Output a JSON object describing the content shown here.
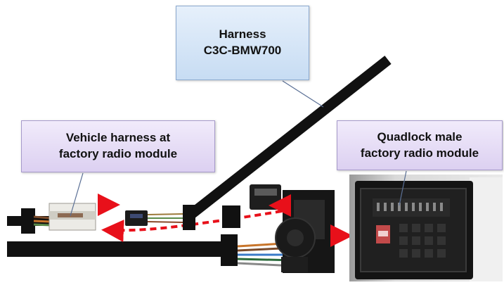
{
  "callouts": {
    "harness": {
      "line1": "Harness",
      "line2": "C3C-BMW700"
    },
    "vehicle_harness": {
      "line1": "Vehicle harness at",
      "line2": "factory radio module"
    },
    "quadlock": {
      "line1": "Quadlock male",
      "line2": "factory radio module"
    }
  },
  "colors": {
    "arrow_red": "#e8101a",
    "cable_black": "#111111",
    "blue_box_bg": "#d5e5f7",
    "purple_box_bg": "#e7def7",
    "leader_line": "#5a6f95"
  },
  "icons": [
    "red-arrow-icon",
    "dashed-red-arrow-icon"
  ]
}
